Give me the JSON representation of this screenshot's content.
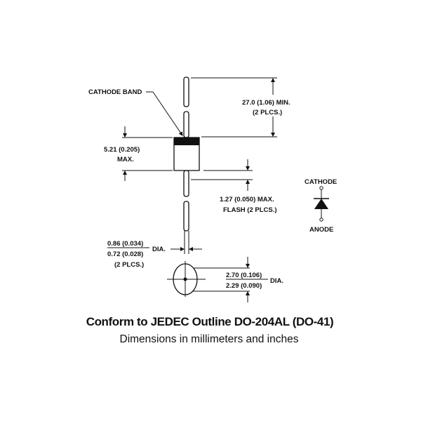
{
  "labels": {
    "cathode_band": "CATHODE BAND",
    "lead_length": "27.0 (1.06) MIN.",
    "lead_length_note": "(2 PLCS.)",
    "body_length": "5.21 (0.205)",
    "body_length_note": "MAX.",
    "flash": "1.27 (0.050) MAX.",
    "flash_note": "FLASH (2 PLCS.)",
    "lead_dia_max": "0.86 (0.034)",
    "lead_dia_min": "0.72 (0.028)",
    "lead_dia_suffix": "DIA.",
    "lead_dia_note": "(2 PLCS.)",
    "body_dia_max": "2.70 (0.106)",
    "body_dia_min": "2.29 (0.090)",
    "body_dia_suffix": "DIA.",
    "symbol_cathode": "CATHODE",
    "symbol_anode": "ANODE"
  },
  "caption": {
    "title": "Conform to JEDEC Outline DO-204AL (DO-41)",
    "subtitle": "Dimensions in millimeters and inches"
  }
}
